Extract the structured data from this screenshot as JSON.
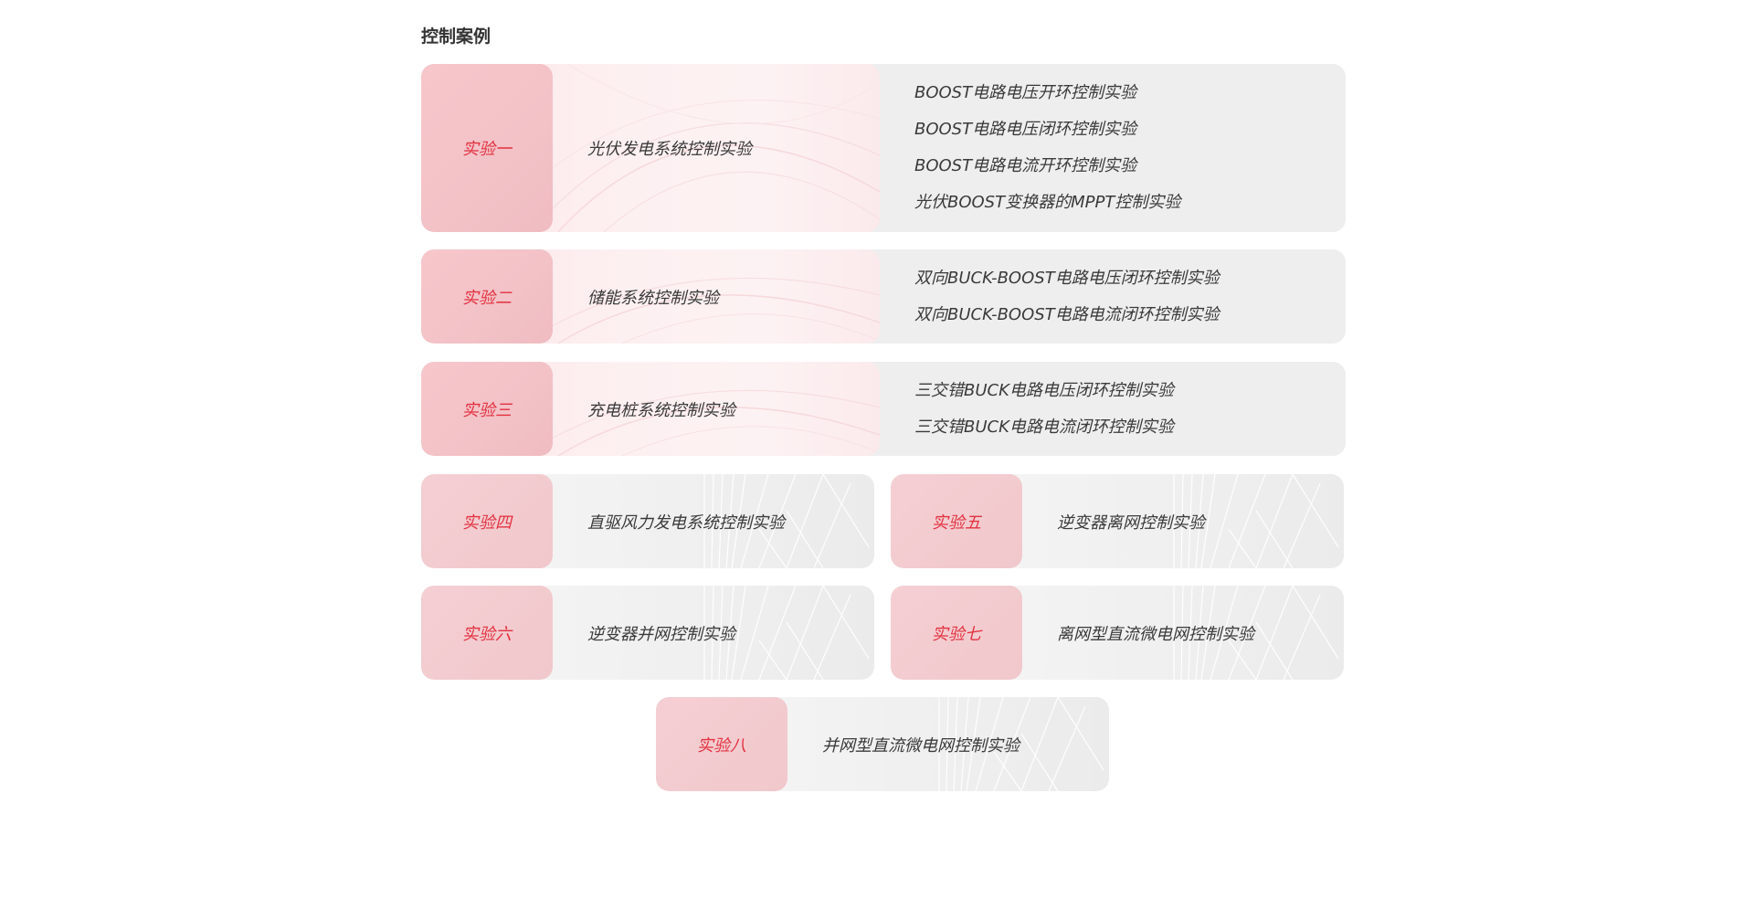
{
  "section_title": "控制案例",
  "experiments": [
    {
      "badge": "实验一",
      "title": "光伏发电系统控制实验",
      "items": [
        "BOOST电路电压开环控制实验",
        "BOOST电路电压闭环控制实验",
        "BOOST电路电流开环控制实验",
        "光伏BOOST变换器的MPPT控制实验"
      ]
    },
    {
      "badge": "实验二",
      "title": "储能系统控制实验",
      "items": [
        "双向BUCK-BOOST电路电压闭环控制实验",
        "双向BUCK-BOOST电路电流闭环控制实验"
      ]
    },
    {
      "badge": "实验三",
      "title": "充电桩系统控制实验",
      "items": [
        "三交错BUCK电路电压闭环控制实验",
        "三交错BUCK电路电流闭环控制实验"
      ]
    },
    {
      "badge": "实验四",
      "title": "直驱风力发电系统控制实验"
    },
    {
      "badge": "实验五",
      "title": "逆变器离网控制实验"
    },
    {
      "badge": "实验六",
      "title": "逆变器并网控制实验"
    },
    {
      "badge": "实验七",
      "title": "离网型直流微电网控制实验"
    },
    {
      "badge": "实验八",
      "title": "并网型直流微电网控制实验"
    }
  ],
  "colors": {
    "badge_text": "#e2313f",
    "badge_bg": "#f4c4c9",
    "panel_bg": "#eeeeee",
    "text": "#333333"
  }
}
